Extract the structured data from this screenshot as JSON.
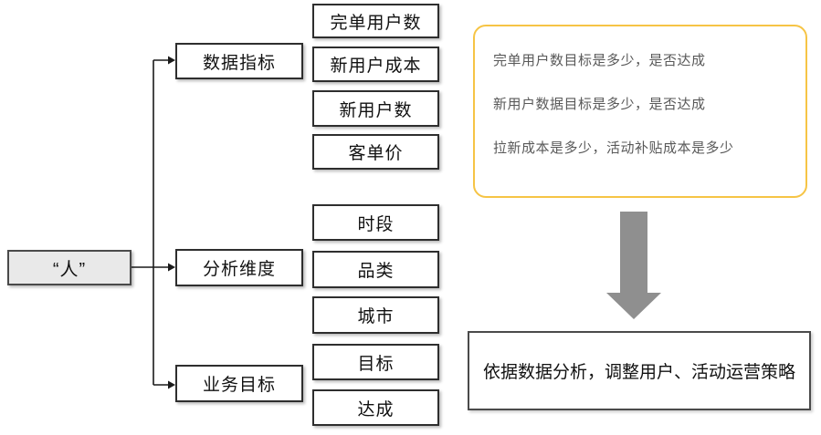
{
  "diagram": {
    "root": {
      "label": "“人”"
    },
    "categories": [
      {
        "label": "数据指标"
      },
      {
        "label": "分析维度"
      },
      {
        "label": "业务目标"
      }
    ],
    "items": [
      {
        "label": "完单用户数"
      },
      {
        "label": "新用户成本"
      },
      {
        "label": "新用户数"
      },
      {
        "label": "客单价"
      },
      {
        "label": "时段"
      },
      {
        "label": "品类"
      },
      {
        "label": "城市"
      },
      {
        "label": "目标"
      },
      {
        "label": "达成"
      }
    ],
    "note_box": {
      "lines": [
        "完单用户数目标是多少，是否达成",
        "新用户数据目标是多少，是否达成",
        "拉新成本是多少，活动补贴成本是多少"
      ]
    },
    "conclusion": {
      "label": "依据数据分析，调整用户、活动运营策略"
    },
    "colors": {
      "note_border": "#F6C445",
      "note_text": "#595959",
      "down_arrow": "#8F8F8F",
      "connector": "#1a1a1a",
      "box_border": "#2E2E2E",
      "root_fill": "#E9E9E9"
    }
  }
}
